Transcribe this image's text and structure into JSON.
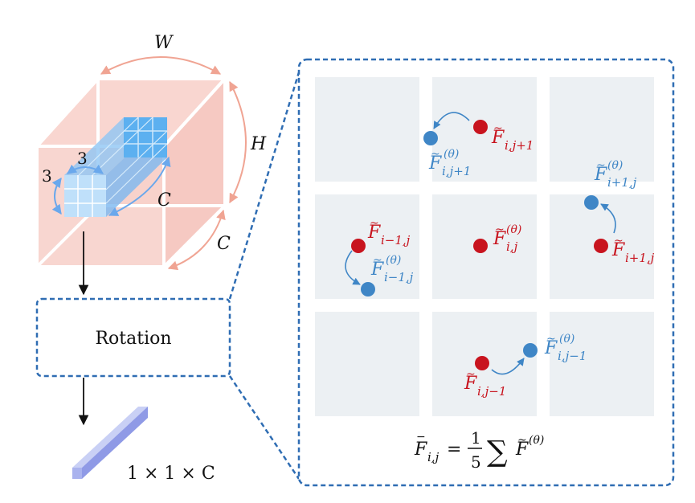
{
  "tensor": {
    "width_label": "W",
    "height_label": "H",
    "depth_label": "C",
    "depth_label_2": "C",
    "kernel_w": "3",
    "kernel_h": "3"
  },
  "rotation_box": {
    "label": "Rotation"
  },
  "output": {
    "label": "1 × 1 × C"
  },
  "grid_labels": {
    "top_red": {
      "base": "F",
      "tilde": "~",
      "sub": "i,j+1"
    },
    "top_blue": {
      "base": "F",
      "tilde": "~",
      "sub": "i,j+1",
      "sup": "(θ)"
    },
    "left_red": {
      "base": "F",
      "tilde": "~",
      "sub": "i−1,j"
    },
    "left_blue": {
      "base": "F",
      "tilde": "~",
      "sub": "i−1,j",
      "sup": "(θ)"
    },
    "center_red": {
      "base": "F",
      "tilde": "~",
      "sub": "i,j",
      "sup": "(θ)"
    },
    "right_red": {
      "base": "F",
      "tilde": "~",
      "sub": "i+1,j"
    },
    "right_blue": {
      "base": "F",
      "tilde": "~",
      "sub": "i+1,j",
      "sup": "(θ)"
    },
    "bottom_red": {
      "base": "F",
      "tilde": "~",
      "sub": "i,j−1"
    },
    "bottom_blue": {
      "base": "F",
      "tilde": "~",
      "sub": "i,j−1",
      "sup": "(θ)"
    }
  },
  "formula": {
    "lhs": "F",
    "lhs_bar": "−",
    "lhs_sub": "i,j",
    "eq": "=",
    "num": "1",
    "den": "5",
    "sum": "∑",
    "rhs": "F",
    "rhs_tilde": "~",
    "rhs_sup": "(θ)"
  },
  "colors": {
    "red": "#c8141e",
    "blue": "#3f86c6",
    "dashed": "#2f6db3",
    "pink": "#f6c9c2",
    "cell": "#ecf0f3",
    "arc": "#f0a493"
  }
}
